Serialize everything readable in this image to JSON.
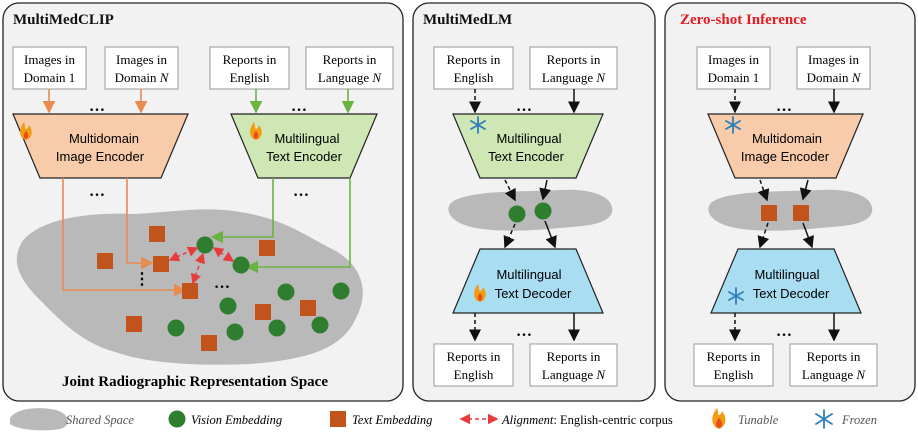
{
  "panels": {
    "clip": {
      "title": "MultiMedCLIP",
      "inputs": [
        {
          "line1": "Images in",
          "line2": "Domain 1",
          "italic_suffix": ""
        },
        {
          "line1": "Images in",
          "line2": "Domain ",
          "italic_suffix": "N"
        },
        {
          "line1": "Reports in",
          "line2": "English",
          "italic_suffix": ""
        },
        {
          "line1": "Reports in",
          "line2": "Language ",
          "italic_suffix": "N"
        }
      ],
      "image_encoder": [
        "Multidomain",
        "Image Encoder"
      ],
      "text_encoder": [
        "Multilingual",
        "Text Encoder"
      ],
      "space_label": "Joint Radiographic Representation Space"
    },
    "lm": {
      "title": "MultiMedLM",
      "inputs": [
        {
          "line1": "Reports in",
          "line2": "English",
          "italic_suffix": ""
        },
        {
          "line1": "Reports in",
          "line2": "Language ",
          "italic_suffix": "N"
        }
      ],
      "encoder": [
        "Multilingual",
        "Text Encoder"
      ],
      "decoder": [
        "Multilingual",
        "Text Decoder"
      ],
      "outputs": [
        {
          "line1": "Reports in",
          "line2": "English",
          "italic_suffix": ""
        },
        {
          "line1": "Reports in",
          "line2": "Language ",
          "italic_suffix": "N"
        }
      ]
    },
    "zs": {
      "title": "Zero-shot Inference",
      "inputs": [
        {
          "line1": "Images in",
          "line2": "Domain 1",
          "italic_suffix": ""
        },
        {
          "line1": "Images in",
          "line2": "Domain ",
          "italic_suffix": "N"
        }
      ],
      "encoder": [
        "Multidomain",
        "Image Encoder"
      ],
      "decoder": [
        "Multilingual",
        "Text Decoder"
      ],
      "outputs": [
        {
          "line1": "Reports in",
          "line2": "English",
          "italic_suffix": ""
        },
        {
          "line1": "Reports in",
          "line2": "Language ",
          "italic_suffix": "N"
        }
      ]
    }
  },
  "ellipsis": "…",
  "legend": {
    "shared": "Shared Space",
    "vision": "Vision Embedding",
    "text": "Text Embedding",
    "alignment": "Alignment",
    "alignment_rest": ": English-centric corpus",
    "tunable": "Tunable",
    "frozen": "Frozen"
  },
  "colors": {
    "image_encoder": "#f8ccab",
    "text_encoder": "#cfe6b5",
    "decoder": "#a9ddf2",
    "vision_embedding": "#2f7d2e",
    "text_embedding": "#c1531c",
    "shared_space": "#b9b9b9",
    "image_arrow": "#e98a4f",
    "text_arrow": "#6cb243",
    "alignment": "#e83b3b",
    "zero_shot_title": "#e31b23",
    "frozen": "#2f7fb8"
  }
}
